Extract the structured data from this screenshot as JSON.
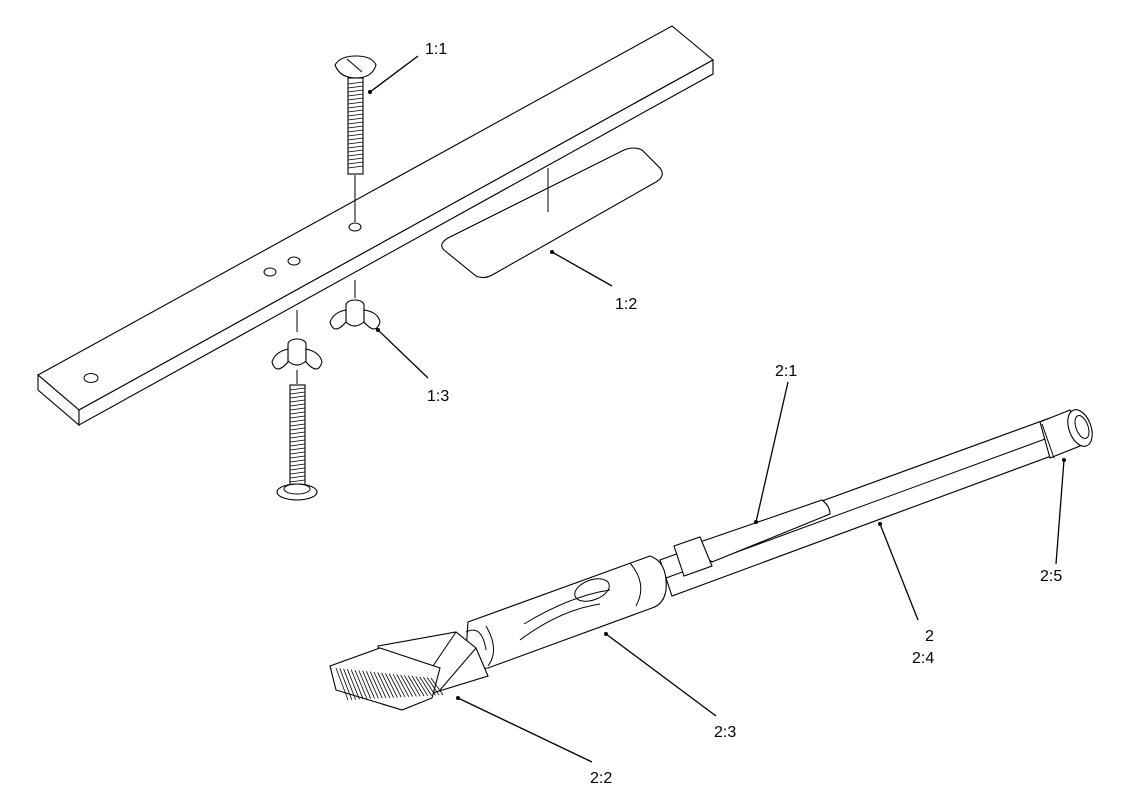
{
  "diagram": {
    "callouts": {
      "c1_1": "1:1",
      "c1_2": "1:2",
      "c1_3": "1:3",
      "c2_1": "2:1",
      "c2_2": "2:2",
      "c2_3": "2:3",
      "c2": "2",
      "c2_4": "2:4",
      "c2_5": "2:5"
    }
  }
}
